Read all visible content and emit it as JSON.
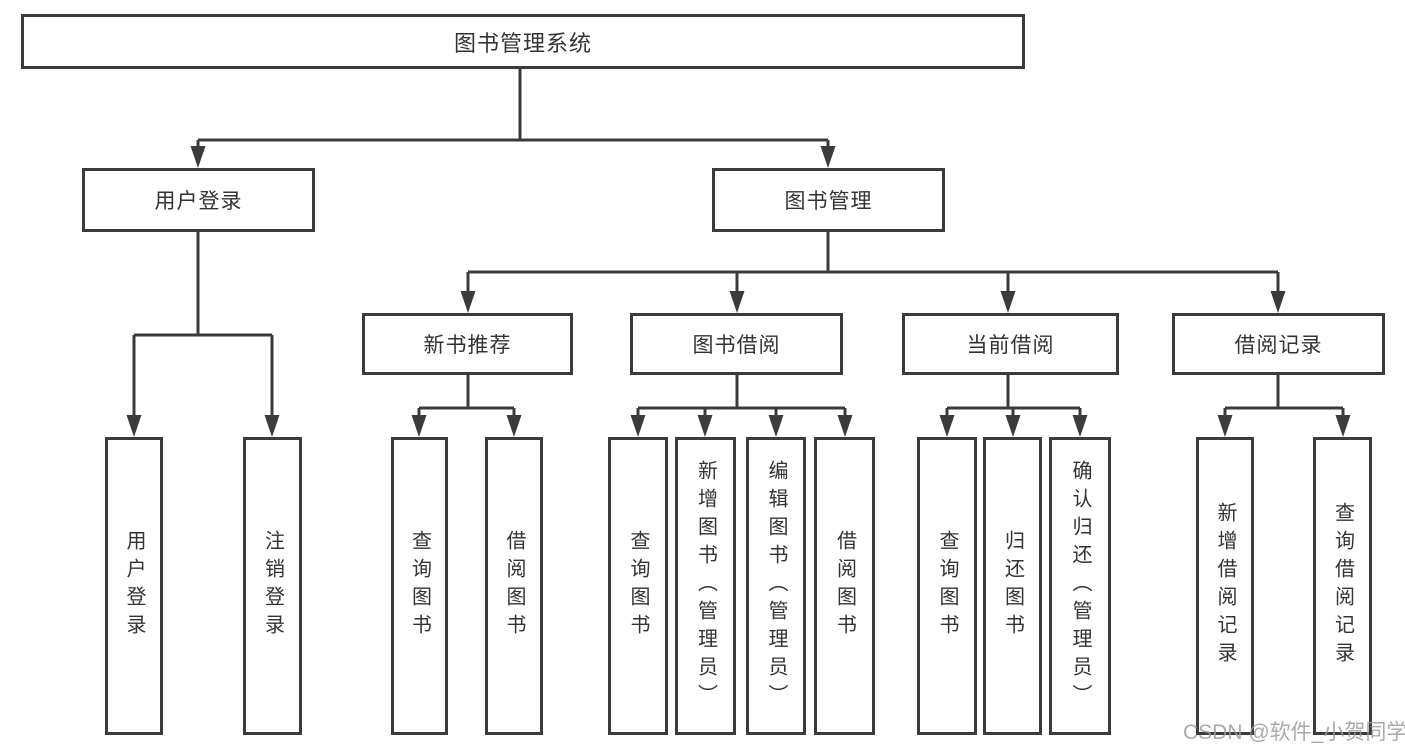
{
  "colors": {
    "background": "#ffffff",
    "line": "#3b3b3b",
    "box_border": "#3b3b3b",
    "label_text": "#333333",
    "watermark": "#9c9c9c"
  },
  "diagram": {
    "type": "hierarchy-tree",
    "nodes": {
      "root": "图书管理系统",
      "user_login": "用户登录",
      "book_mgmt": "图书管理",
      "new_book": "新书推荐",
      "book_borrow": "图书借阅",
      "current_borrow": "当前借阅",
      "borrow_record": "借阅记录",
      "leaf_user_login": "用户登录",
      "leaf_logout": "注销登录",
      "leaf_nb_query": "查询图书",
      "leaf_nb_borrow": "借阅图书",
      "leaf_bb_query": "查询图书",
      "leaf_bb_add": "新增图书（管理员）",
      "leaf_bb_edit": "编辑图书（管理员）",
      "leaf_bb_borrow": "借阅图书",
      "leaf_cb_query": "查询图书",
      "leaf_cb_return": "归还图书",
      "leaf_cb_confirm": "确认归还（管理员）",
      "leaf_br_add": "新增借阅记录",
      "leaf_br_query": "查询借阅记录"
    },
    "hierarchy": {
      "图书管理系统": {
        "用户登录": [
          "用户登录",
          "注销登录"
        ],
        "图书管理": {
          "新书推荐": [
            "查询图书",
            "借阅图书"
          ],
          "图书借阅": [
            "查询图书",
            "新增图书（管理员）",
            "编辑图书（管理员）",
            "借阅图书"
          ],
          "当前借阅": [
            "查询图书",
            "归还图书",
            "确认归还（管理员）"
          ],
          "借阅记录": [
            "新增借阅记录",
            "查询借阅记录"
          ]
        }
      }
    },
    "watermark": "CSDN @软件_小贺同学"
  }
}
